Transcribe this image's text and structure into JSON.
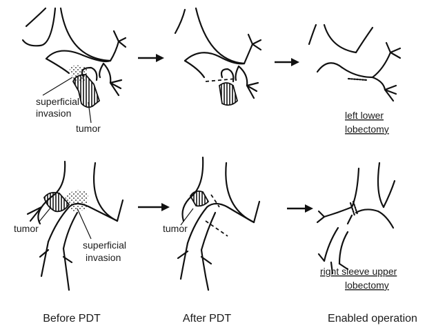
{
  "labels": {
    "superficial_invasion_top": [
      "superficial",
      "invasion"
    ],
    "tumor_top": "tumor",
    "outcome_top": [
      "left lower",
      "lobectomy"
    ],
    "tumor_bottom_before": "tumor",
    "superficial_invasion_bottom": [
      "superficial",
      "invasion"
    ],
    "tumor_bottom_after": "tumor",
    "outcome_bottom": [
      "right sleeve upper",
      "lobectomy"
    ]
  },
  "captions": {
    "before": "Before PDT",
    "after": "After PDT",
    "enabled": "Enabled operation"
  }
}
